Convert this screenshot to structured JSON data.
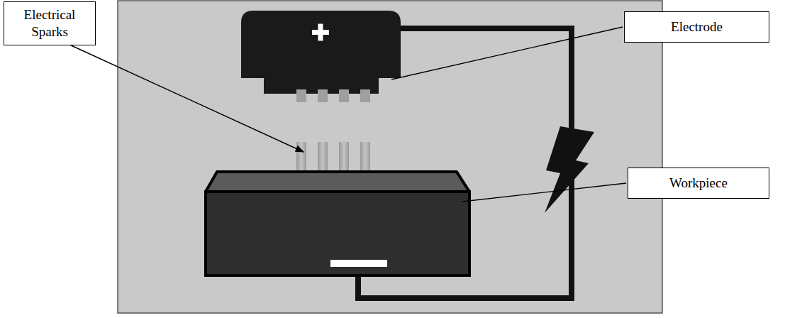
{
  "diagram": {
    "nodes": [
      {
        "text": [
          "Electrical Sparks"
        ]
      },
      {
        "text": [
          "Electrode"
        ]
      },
      {
        "text": [
          "Workpiece"
        ]
      }
    ]
  }
}
